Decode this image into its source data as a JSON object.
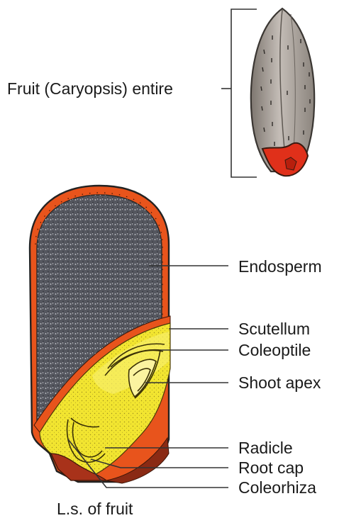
{
  "labels": {
    "fruit_entire": "Fruit (Caryopsis) entire",
    "endosperm": "Endosperm",
    "scutellum": "Scutellum",
    "coleoptile": "Coleoptile",
    "shoot_apex": "Shoot apex",
    "radicle": "Radicle",
    "root_cap": "Root cap",
    "coleorhiza": "Coleorhiza"
  },
  "caption": "L.s. of fruit",
  "colors": {
    "pericarp": "#e8541c",
    "endosperm": "#55575f",
    "embryo": "#f2e530",
    "grain_skin": "#a39c96",
    "base": "#e0301a",
    "outline": "#222222"
  }
}
